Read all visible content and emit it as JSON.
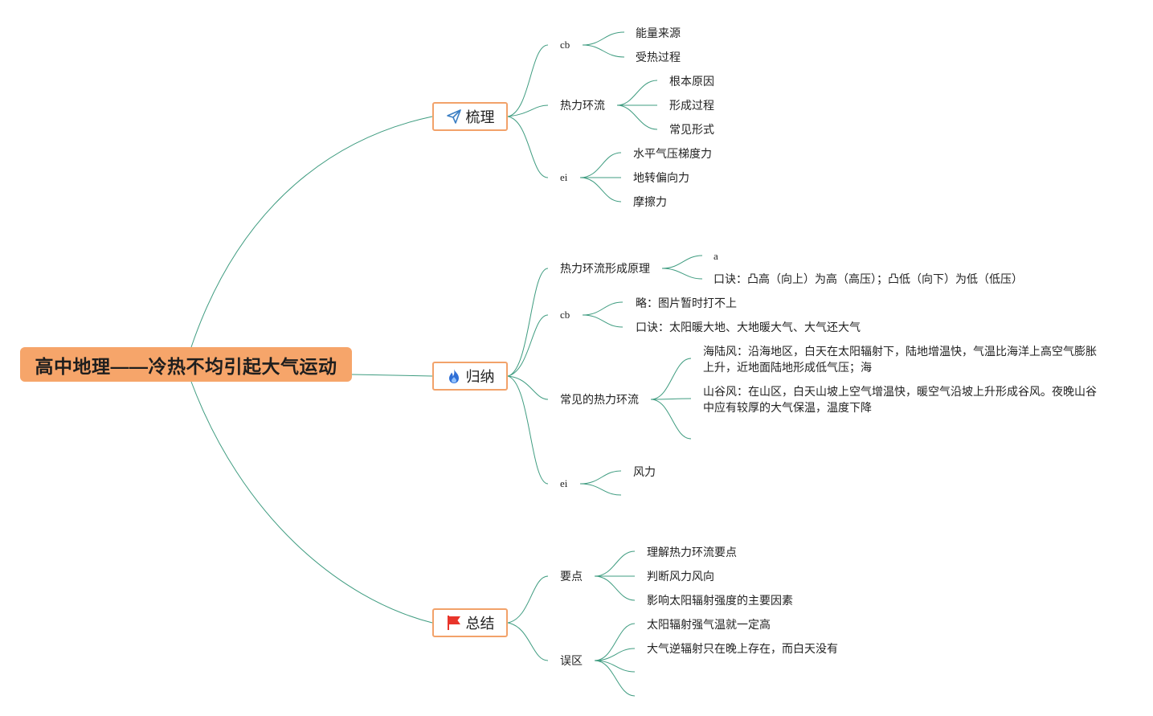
{
  "root": {
    "title": "高中地理——冷热不均引起大气运动"
  },
  "branches": [
    {
      "label": "梳理",
      "icon": "paper-plane-icon",
      "children": [
        {
          "label": "cb",
          "children": [
            "能量来源",
            "受热过程"
          ]
        },
        {
          "label": "热力环流",
          "children": [
            "根本原因",
            "形成过程",
            "常见形式"
          ]
        },
        {
          "label": "ei",
          "children": [
            "水平气压梯度力",
            "地转偏向力",
            "摩擦力"
          ]
        }
      ]
    },
    {
      "label": "归纳",
      "icon": "flame-icon",
      "children": [
        {
          "label": "热力环流形成原理",
          "children": [
            "a",
            "口诀：凸高（向上）为高（高压）；凸低（向下）为低（低压）"
          ]
        },
        {
          "label": "cb",
          "children": [
            "略：图片暂时打不上",
            "口诀：太阳暖大地、大地暖大气、大气还大气"
          ]
        },
        {
          "label": "常见的热力环流",
          "children": [
            "海陆风：沿海地区，白天在太阳辐射下，陆地增温快，气温比海洋上高空气膨胀上升，近地面陆地形成低气压；海",
            "山谷风：在山区，白天山坡上空气增温快，暖空气沿坡上升形成谷风。夜晚山谷中应有较厚的大气保温，温度下降",
            ""
          ]
        },
        {
          "label": "ei",
          "children": [
            "风力",
            ""
          ]
        }
      ]
    },
    {
      "label": "总结",
      "icon": "flag-icon",
      "children": [
        {
          "label": "要点",
          "children": [
            "理解热力环流要点",
            "判断风力风向",
            "影响太阳辐射强度的主要因素"
          ]
        },
        {
          "label": "误区",
          "children": [
            "太阳辐射强气温就一定高",
            "大气逆辐射只在晚上存在，而白天没有",
            "",
            ""
          ]
        }
      ]
    }
  ],
  "colors": {
    "root_fill": "#f6a56a",
    "branch_border": "#f2a26a",
    "link": "#3f9c80",
    "plane_icon": "#3b7fc4",
    "flame_icon": "#2f6fd6",
    "flag_icon": "#e8352b"
  }
}
